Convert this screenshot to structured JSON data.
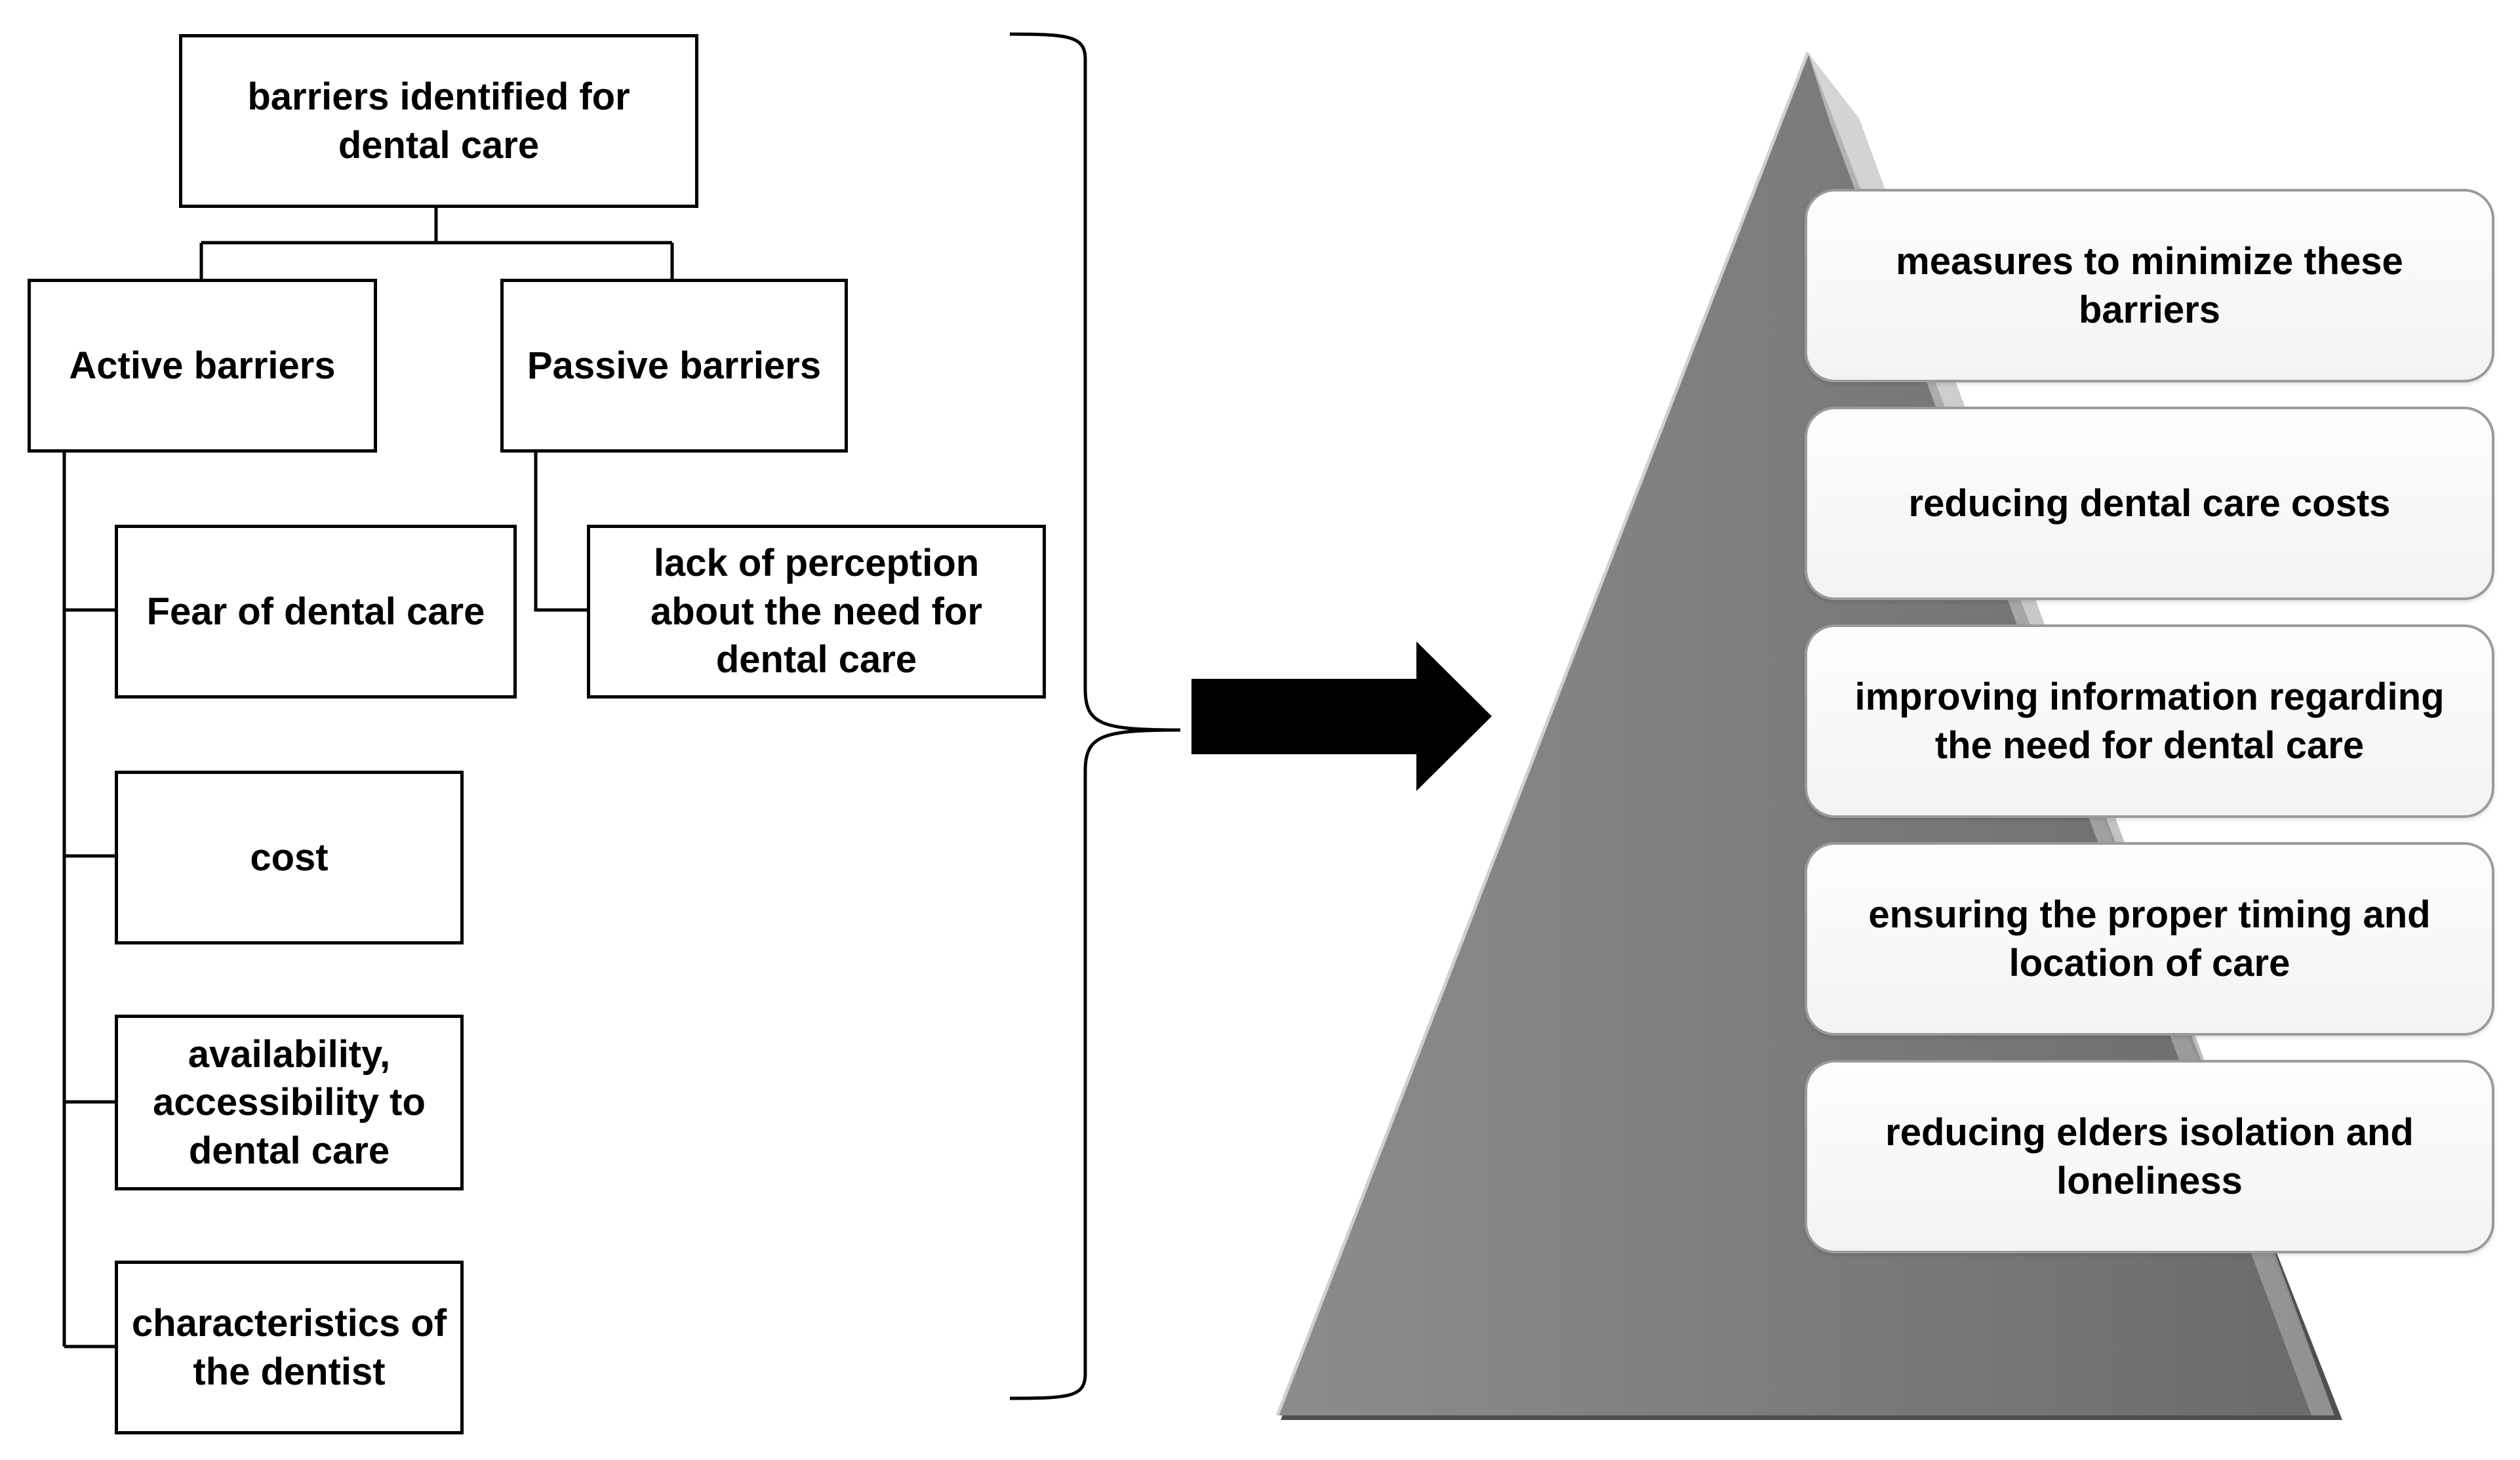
{
  "barriers": {
    "root": "barriers identified for dental care",
    "active": {
      "label": "Active barriers",
      "items": [
        "Fear of dental care",
        "cost",
        "availability, accessibility to dental care",
        "characteristics of the dentist"
      ]
    },
    "passive": {
      "label": "Passive barriers",
      "items": [
        "lack of perception about the need for dental care"
      ]
    }
  },
  "pyramid": {
    "steps": [
      "measures to minimize these barriers",
      "reducing dental care costs",
      "improving information regarding the need for dental care",
      "ensuring the proper timing and location of care",
      "reducing elders isolation and loneliness"
    ]
  },
  "colors": {
    "line": "#000000",
    "pyramid_dark": "#6f6f6f",
    "pyramid_light": "#b8b8b8",
    "step_border": "#9a9a9a"
  }
}
